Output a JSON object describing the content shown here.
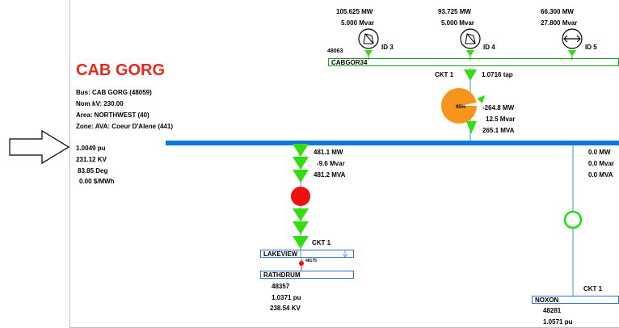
{
  "station": {
    "name": "CAB GORG",
    "bus": "Bus: CAB GORG (48059)",
    "nom_kv": "Nom kV: 230.00",
    "area": "Area: NORTHWEST (40)",
    "zone": "Zone: AVA: Coeur D'Alene (441)",
    "pu": "1.0049 pu",
    "kv": "231.12 KV",
    "deg": "83.85 Deg",
    "price": "0.00 $/MWh"
  },
  "generators": [
    {
      "mw": "105.625 MW",
      "mvar": "5.000 Mvar",
      "id": "ID 3"
    },
    {
      "mw": "93.725 MW",
      "mvar": "5.000 Mvar",
      "id": "ID 4"
    },
    {
      "mw": "66.300 MW",
      "mvar": "27.800 Mvar",
      "id": "ID 5"
    }
  ],
  "upper_bus": {
    "number": "48063",
    "name": "CABGOR34"
  },
  "transformer": {
    "ckt": "CKT 1",
    "tap": "1.0716 tap",
    "loading": "95%",
    "mw": "-264.8 MW",
    "mvar": "12.5 Mvar",
    "mva": "265.1 MVA",
    "loading_percent": 95
  },
  "line_rathdrum": {
    "mw": "481.1 MW",
    "mvar": "-9.6 Mvar",
    "mva": "481.2 MVA",
    "ckt": "CKT 1"
  },
  "line_noxon": {
    "mw": "0.0 MW",
    "mvar": "0.0 Mvar",
    "mva": "0.0 MVA",
    "ckt": "CKT 1"
  },
  "lakeview": {
    "name": "LAKEVIEW",
    "number": "48175"
  },
  "rathdrum": {
    "name": "RATHDRUM",
    "number": "48357",
    "pu": "1.0371 pu",
    "kv": "238.54 KV"
  },
  "noxon": {
    "name": "NOXON",
    "number": "48281",
    "pu": "1.0571 pu"
  },
  "colors": {
    "title": "#e8281e",
    "bus_bar": "#0a78dc",
    "flow_arrow": "#33dd11",
    "breaker_closed": "#ee1111",
    "breaker_open": "#22dd11",
    "pie_fill": "#f7941d",
    "upper_bus_border": "#1f9a1f",
    "lower_bus_border": "#2d74c9",
    "line": "#5aa8e0"
  }
}
